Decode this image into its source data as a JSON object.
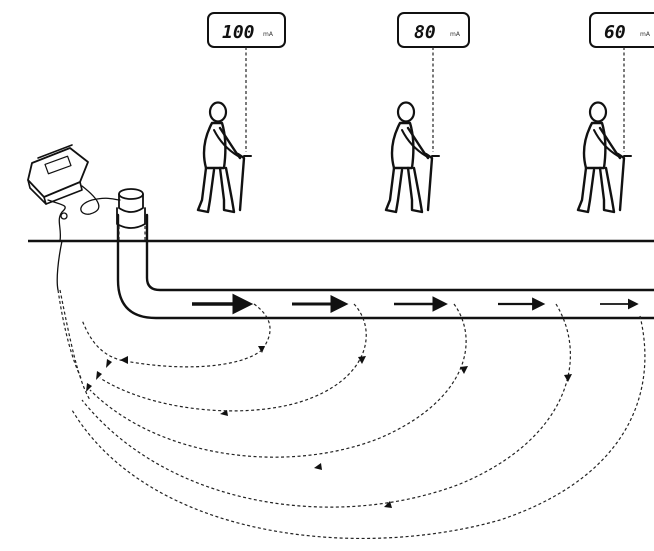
{
  "colors": {
    "line": "#111111",
    "background": "#ffffff"
  },
  "readings": [
    {
      "value": "100",
      "unit": "mA"
    },
    {
      "value": "80",
      "unit": "mA"
    },
    {
      "value": "60",
      "unit": "mA"
    }
  ],
  "icons": [
    "transmitter-icon",
    "walking-operator-icon",
    "locator-wand-icon",
    "pipe-end-clamp-icon",
    "current-arrow-icon"
  ]
}
